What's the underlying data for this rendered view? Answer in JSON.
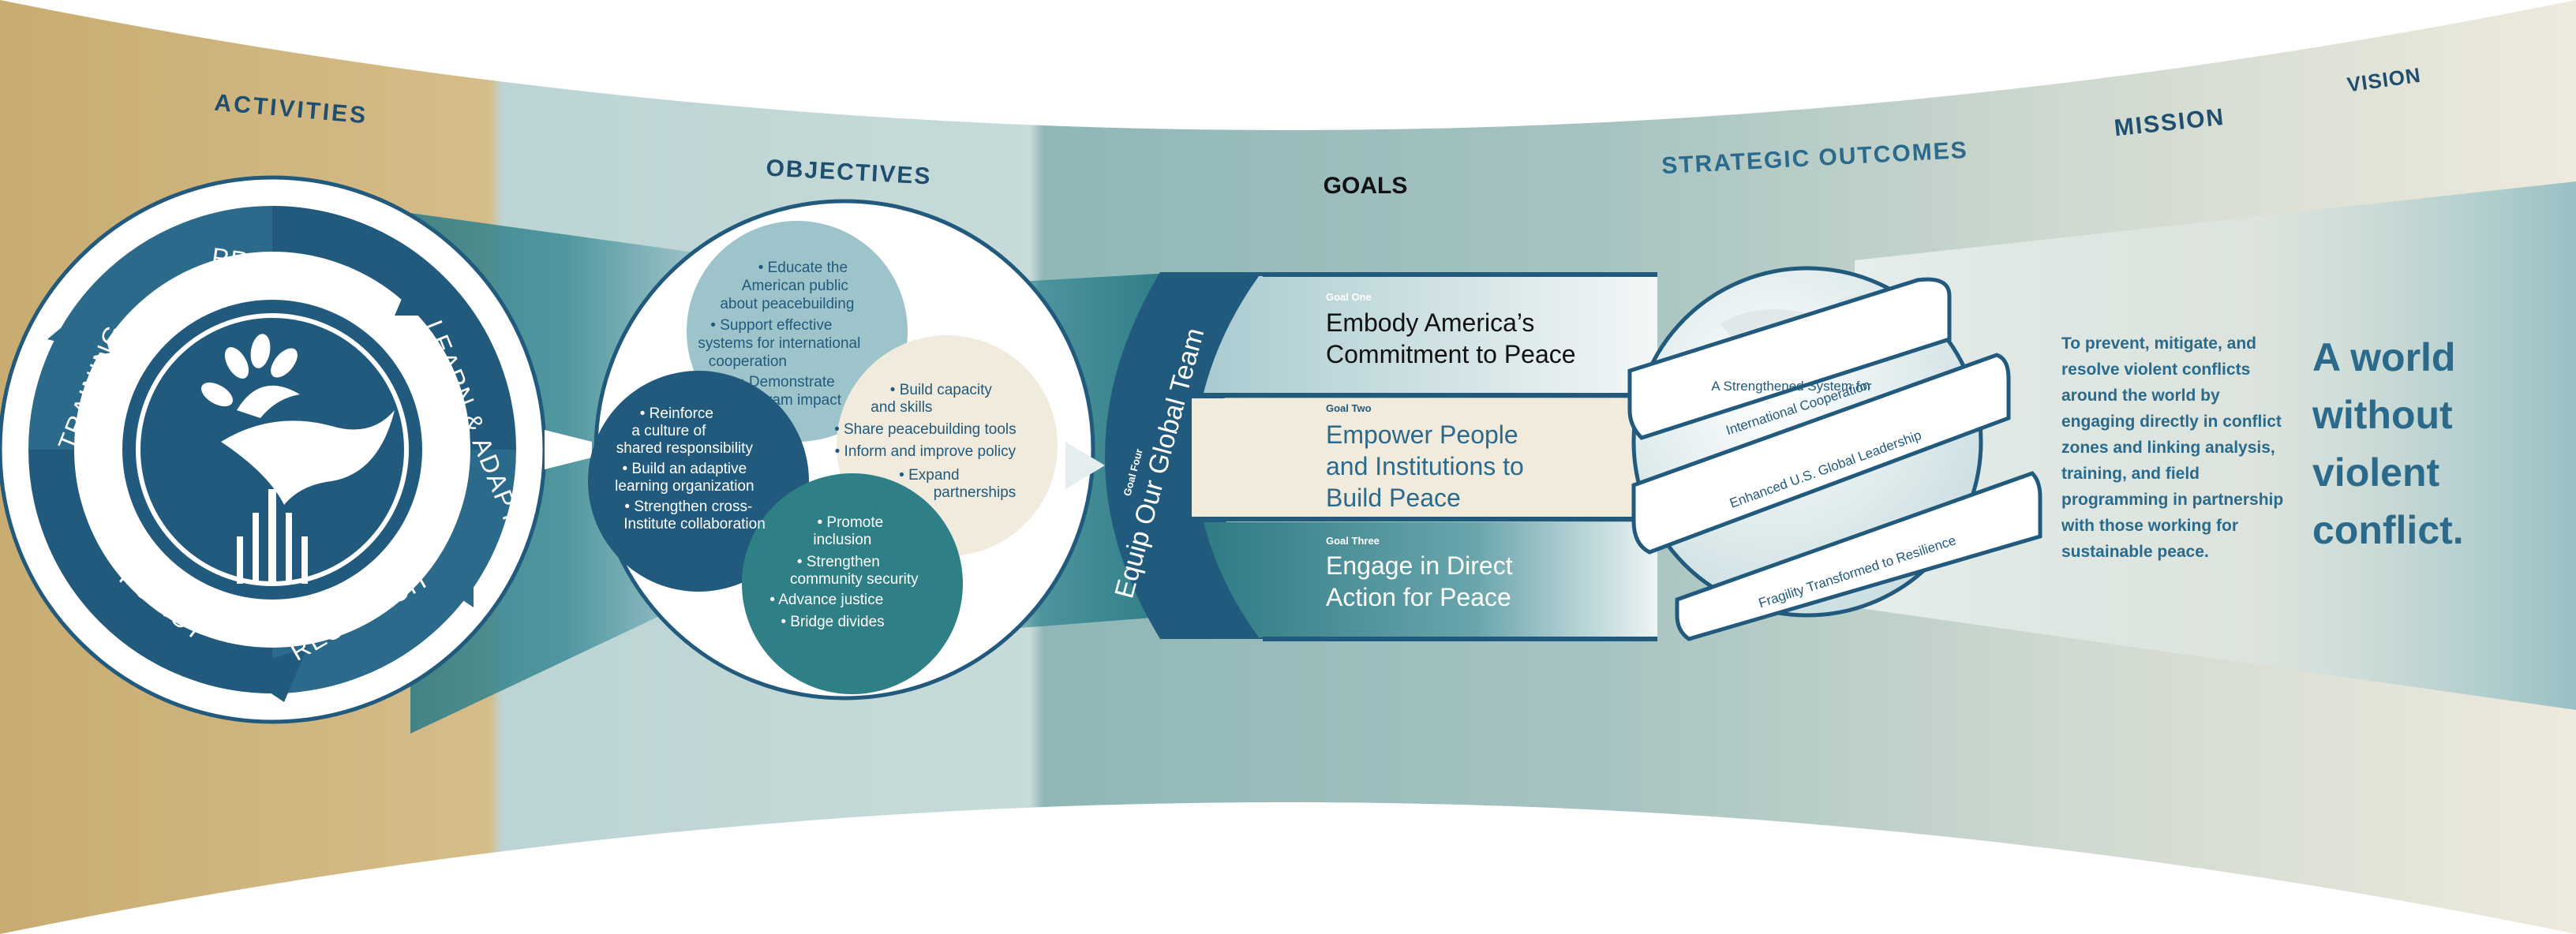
{
  "headers": {
    "activities": "ACTIVITIES",
    "objectives": "OBJECTIVES",
    "goals": "GOALS",
    "strategic_outcomes": "STRATEGIC OUTCOMES",
    "mission": "MISSION",
    "vision": "VISION"
  },
  "activities": {
    "practice": "PRACTICE",
    "learn_adapt": "LEARN & ADAPT",
    "research": "RESEARCH",
    "policy": "POLICY",
    "training": "TRAINING"
  },
  "objectives": {
    "top": [
      "• Educate the",
      "American public",
      "about peacebuilding",
      "• Support effective",
      "systems for international",
      "cooperation",
      "• Demonstrate",
      "program impact"
    ],
    "left": [
      "• Reinforce",
      "a culture of",
      "shared responsibility",
      "• Build an adaptive",
      "learning organization",
      "• Strengthen cross-",
      "Institute collaboration"
    ],
    "right": [
      "• Build capacity",
      "and skills",
      "• Share peacebuilding tools",
      "• Inform and improve policy",
      "• Expand",
      "partnerships"
    ],
    "bottom": [
      "• Promote",
      "inclusion",
      "• Strengthen",
      "community security",
      "• Advance justice",
      "• Bridge divides"
    ]
  },
  "goals": {
    "one_label": "Goal One",
    "one_title": [
      "Embody America’s",
      "Commitment to Peace"
    ],
    "two_label": "Goal Two",
    "two_title": [
      "Empower People",
      "and Institutions to",
      "Build Peace"
    ],
    "three_label": "Goal Three",
    "three_title": [
      "Engage in Direct",
      "Action for Peace"
    ],
    "four_label": "Goal Four",
    "four_title": "Equip Our Global Team"
  },
  "outcomes": {
    "one": [
      "A Strengthened System for",
      "International Cooperation"
    ],
    "two": "Enhanced U.S. Global Leadership",
    "three": "Fragility Transformed to Resilience"
  },
  "mission": [
    "To prevent, mitigate, and",
    "resolve violent conflicts",
    "around the world by",
    "engaging directly in conflict",
    "zones and linking analysis,",
    "training, and field",
    "programming in partnership",
    "with those working for",
    "sustainable peace."
  ],
  "vision": [
    "A world",
    "without",
    "violent",
    "conflict."
  ],
  "colors": {
    "navy": "#215a7c",
    "teal": "#2f7f86",
    "gold": "#c9ad72",
    "cream": "#f1ebdd",
    "light_blue": "#9ec4cb"
  }
}
